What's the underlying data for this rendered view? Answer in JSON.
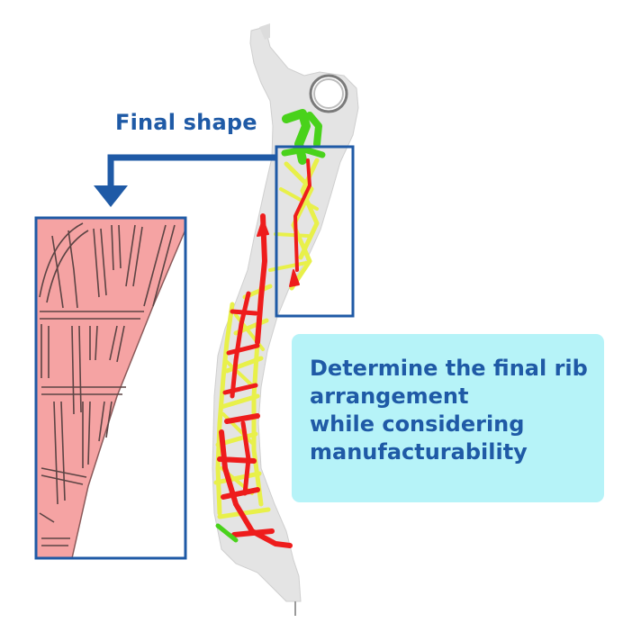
{
  "callout": {
    "label": "Final shape"
  },
  "note": {
    "lines": [
      "Determine the final rib",
      "arrangement",
      "while considering",
      "manufacturability"
    ]
  },
  "colors": {
    "accent_blue": "#1f5aa6",
    "note_background": "#b6f3f8",
    "part_gray": "#e4e4e4",
    "rib_red": "#ee1c1c",
    "rib_yellow": "#e8f04a",
    "rib_green": "#49d21b",
    "final_shape_pink": "#f5a3a3"
  }
}
